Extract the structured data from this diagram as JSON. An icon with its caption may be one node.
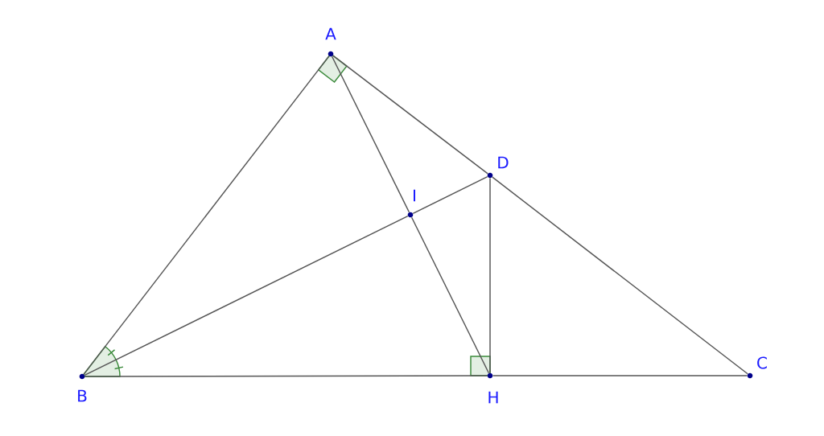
{
  "diagram": {
    "nodes": [
      {
        "text": [
          "A"
        ]
      },
      {
        "text": [
          "B"
        ]
      },
      {
        "text": [
          "C"
        ]
      },
      {
        "text": [
          "D"
        ]
      },
      {
        "text": [
          "H"
        ]
      },
      {
        "text": [
          "I"
        ]
      }
    ],
    "edges": [
      {
        "from": 0,
        "to": 1,
        "arrow": "none"
      },
      {
        "from": 0,
        "to": 3,
        "arrow": "none"
      },
      {
        "from": 3,
        "to": 2,
        "arrow": "none"
      },
      {
        "from": 1,
        "to": 4,
        "arrow": "none"
      },
      {
        "from": 4,
        "to": 2,
        "arrow": "none"
      },
      {
        "from": 0,
        "to": 5,
        "arrow": "none"
      },
      {
        "from": 5,
        "to": 4,
        "arrow": "none"
      },
      {
        "from": 1,
        "to": 5,
        "arrow": "none"
      },
      {
        "from": 5,
        "to": 3,
        "arrow": "none"
      },
      {
        "from": 3,
        "to": 4,
        "arrow": "none"
      }
    ]
  }
}
